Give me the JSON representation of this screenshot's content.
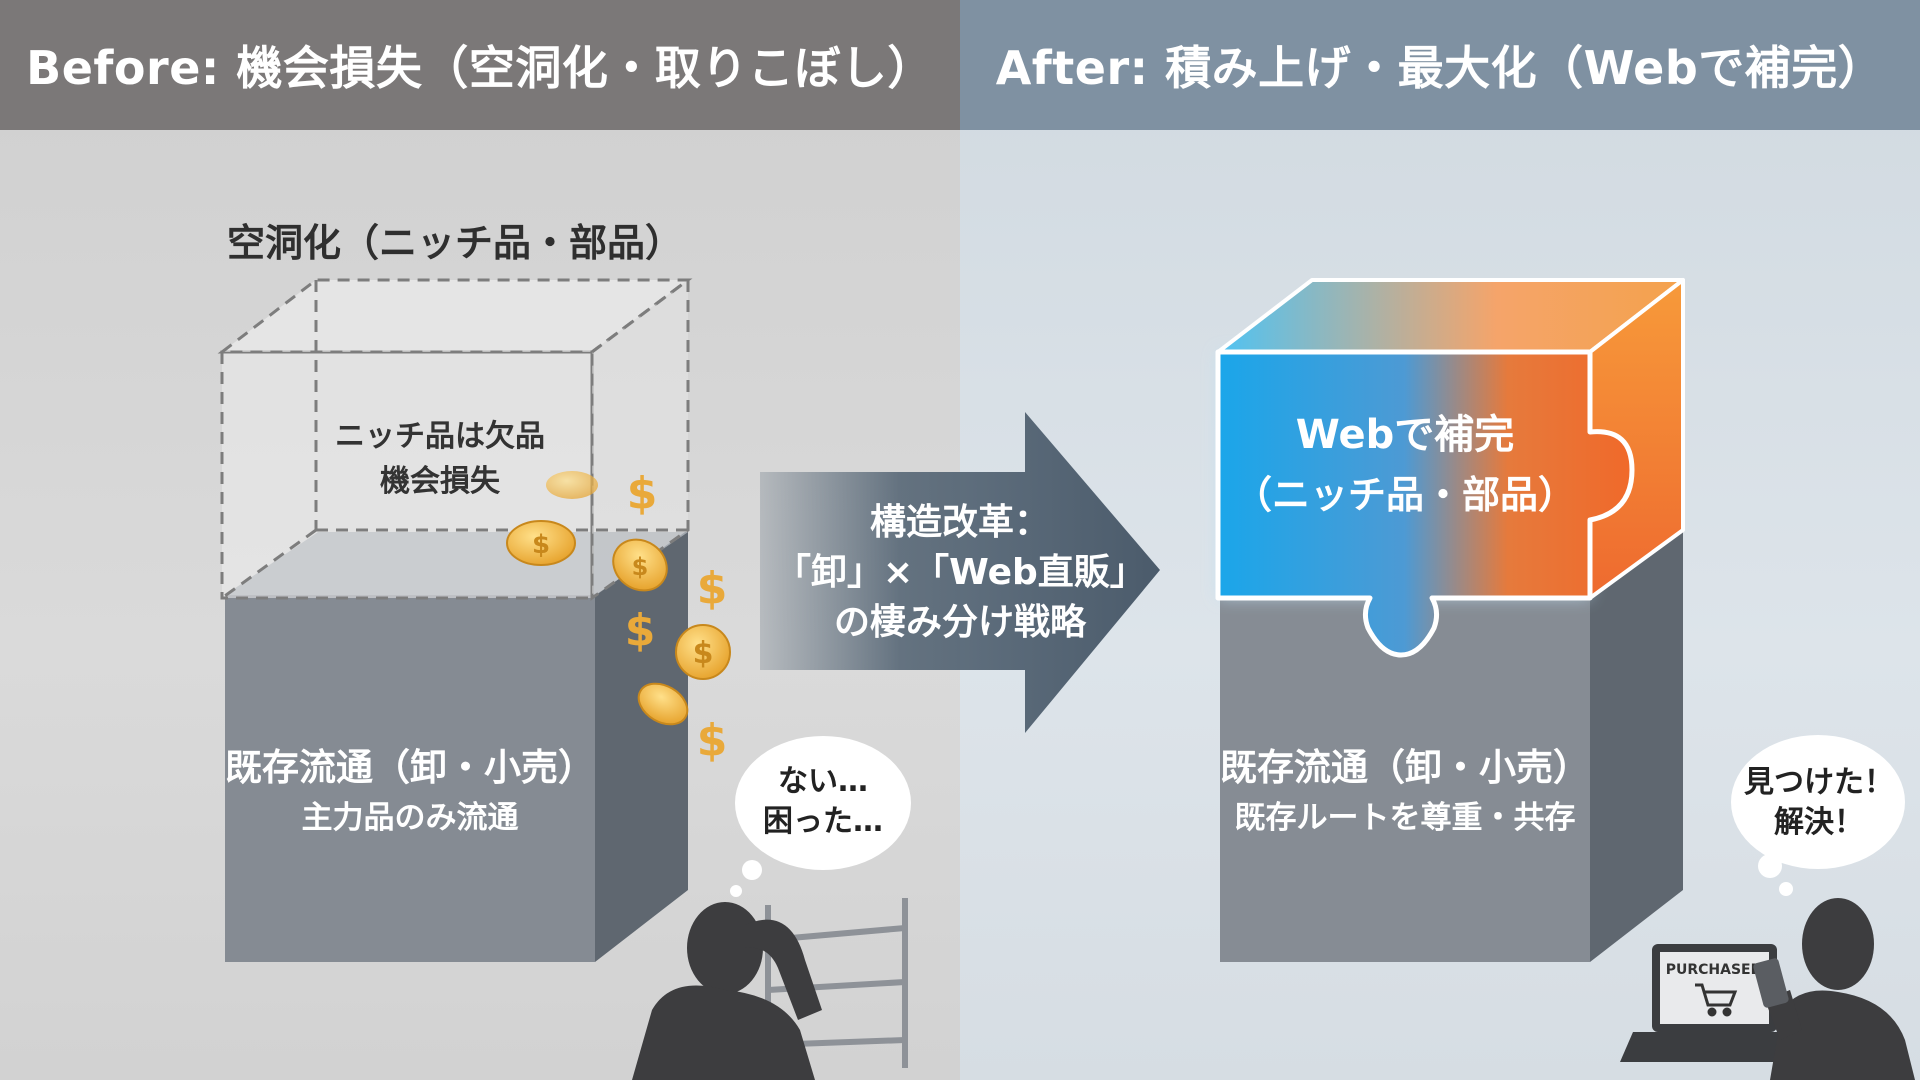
{
  "header": {
    "before_title": "Before: 機会損失（空洞化・取りこぼし）",
    "after_title": "After: 積み上げ・最大化（Webで補完）"
  },
  "before": {
    "hollow_title": "空洞化（ニッチ品・部品）",
    "hollow_note": [
      "ニッチ品は欠品",
      "機会損失"
    ],
    "base_label": [
      "既存流通（卸・小売）",
      "主力品のみ流通"
    ],
    "bubble": [
      "ない…",
      "困った…"
    ]
  },
  "arrow": {
    "lines": [
      "構造改革：",
      "「卸」×「Web直販」",
      "の棲み分け戦略"
    ]
  },
  "after": {
    "cube_label": [
      "Webで補完",
      "（ニッチ品・部品）"
    ],
    "base_label": [
      "既存流通（卸・小売）",
      "既存ルートを尊重・共存"
    ],
    "bubble": [
      "見つけた！",
      "解決！"
    ],
    "laptop_text": "PURCHASED"
  },
  "icons": [
    "dollar-sign-icon",
    "coin-icon",
    "shopping-cart-icon",
    "laptop-icon",
    "smartphone-icon"
  ],
  "colors": {
    "before_banner": "#7b7878",
    "after_banner": "#7f91a2",
    "base_block": "#858b93",
    "coin": "#f0b33a",
    "cube_blue": "#22a9e8",
    "cube_orange": "#f2782e",
    "arrow": "#4f6070"
  }
}
